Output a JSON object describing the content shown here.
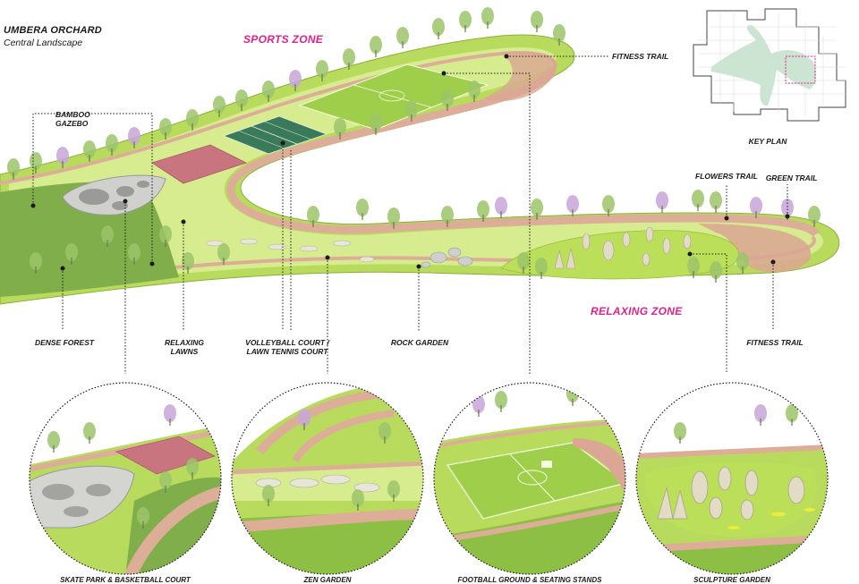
{
  "header": {
    "title": "UMBERA ORCHARD",
    "subtitle": "Central Landscape"
  },
  "zones": {
    "sports": "SPORTS ZONE",
    "relaxing": "RELAXING ZONE"
  },
  "keyplan": {
    "label": "KEY PLAN"
  },
  "labels": {
    "bamboo_gazebo_1": "BAMBOO",
    "bamboo_gazebo_2": "GAZEBO",
    "fitness_trail_top": "FITNESS TRAIL",
    "flowers_trail": "FLOWERS TRAIL",
    "green_trail": "GREEN TRAIL",
    "dense_forest": "DENSE FOREST",
    "relaxing_lawns_1": "RELAXING",
    "relaxing_lawns_2": "LAWNS",
    "volleyball_1": "VOLLEYBALL COURT /",
    "volleyball_2": "LAWN TENNIS COURT",
    "rock_garden": "ROCK GARDEN",
    "fitness_trail_bottom": "FITNESS TRAIL"
  },
  "details": [
    {
      "caption": "SKATE PARK & BASKETBALL COURT"
    },
    {
      "caption": "ZEN GARDEN"
    },
    {
      "caption": "FOOTBALL GROUND & SEATING STANDS"
    },
    {
      "caption": "SCULPTURE GARDEN"
    }
  ],
  "colors": {
    "lawn": "#a8d64a",
    "lawn_light": "#cfe98a",
    "trail": "#d9a08a",
    "court_red": "#c9757f",
    "court_teal": "#3a7a5a",
    "accent": "#e0218a"
  }
}
